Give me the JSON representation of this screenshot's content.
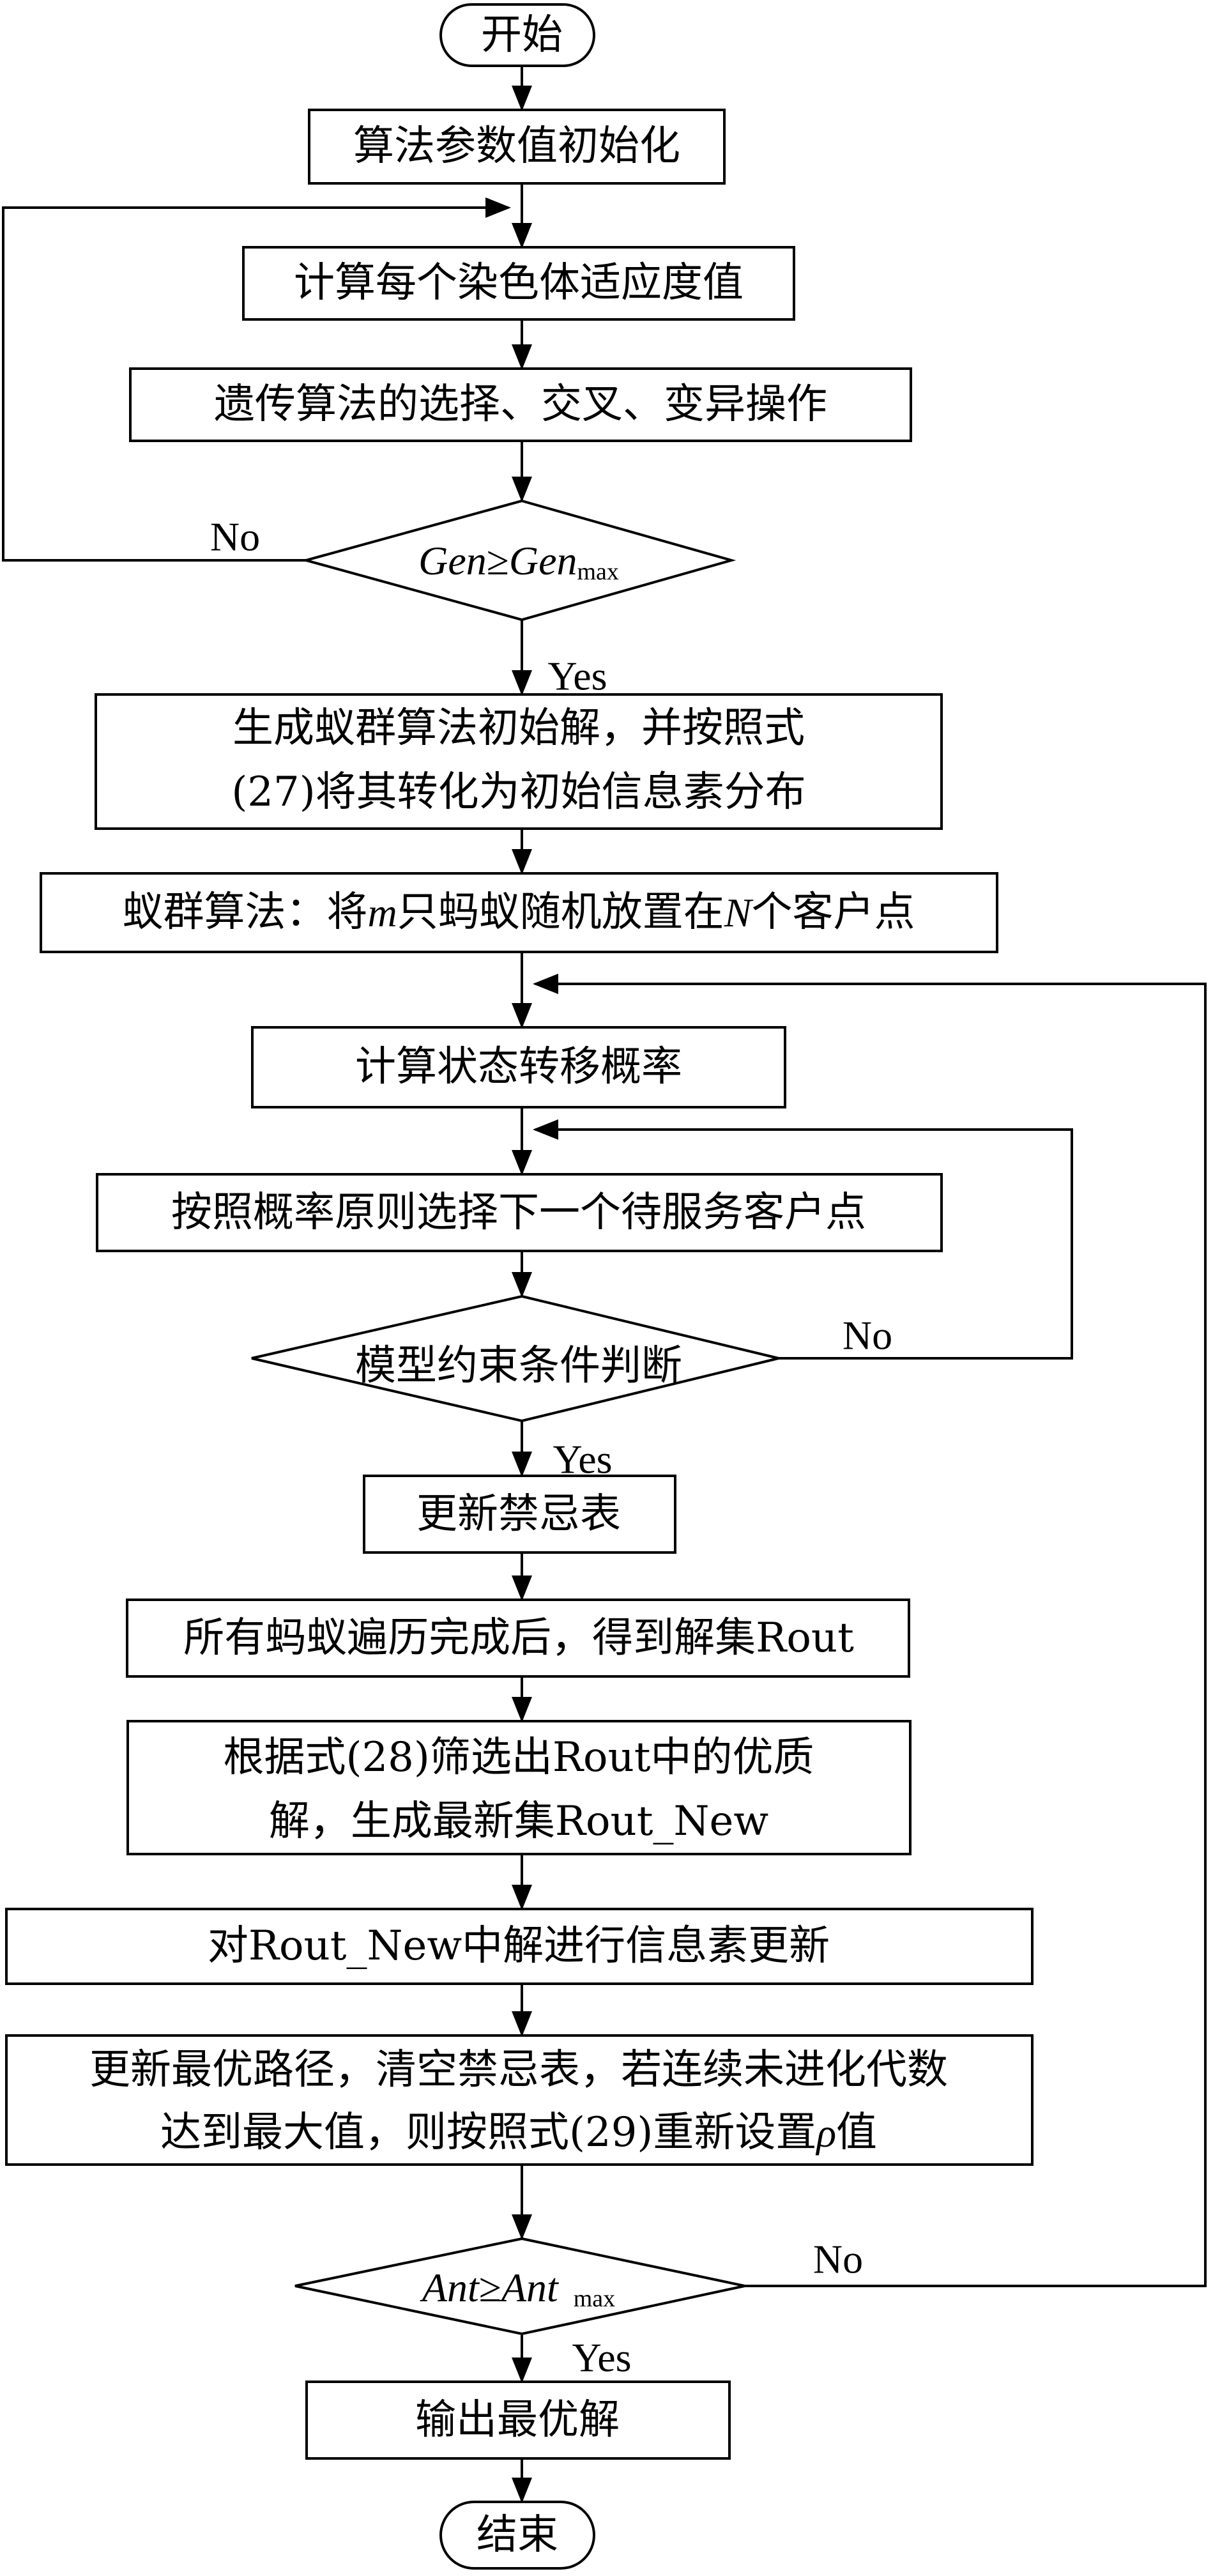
{
  "flowchart": {
    "start_label": "开始",
    "end_label": "结束",
    "steps": {
      "init_params": "算法参数值初始化",
      "fitness": "计算每个染色体适应度值",
      "ga_ops": "遗传算法的选择、交叉、变异操作",
      "aco_init_line1": "生成蚁群算法初始解，并按照式",
      "aco_init_line2": "(27)将其转化为初始信息素分布",
      "place_ants_prefix": "蚁群算法：将",
      "place_ants_m": "m",
      "place_ants_mid": "只蚂蚁随机放置在",
      "place_ants_n": "N",
      "place_ants_suffix": "个客户点",
      "transition_prob": "计算状态转移概率",
      "select_next": "按照概率原则选择下一个待服务客户点",
      "update_tabu": "更新禁忌表",
      "solution_set": "所有蚂蚁遍历完成后，得到解集Rout",
      "filter_line1": "根据式(28)筛选出Rout中的优质",
      "filter_line2": "解，生成最新集Rout_New",
      "pheromone_update": "对Rout_New中解进行信息素更新",
      "update_best_line1": "更新最优路径，清空禁忌表，若连续未进化代数",
      "update_best_line2_prefix": "达到最大值，则按照式(29)重新设置",
      "update_best_line2_rho": "ρ",
      "update_best_line2_suffix": "值",
      "output_best": "输出最优解"
    },
    "decisions": {
      "gen_check": {
        "left": "Gen",
        "op": "≥",
        "right": "Gen",
        "sub": "max"
      },
      "constraint_check": "模型约束条件判断",
      "ant_check": {
        "left": "Ant",
        "op": "≥",
        "right": "Ant",
        "sub": "max"
      }
    },
    "edge_labels": {
      "gen_no": "No",
      "gen_yes": "Yes",
      "constraint_no": "No",
      "constraint_yes": "Yes",
      "ant_no": "No",
      "ant_yes": "Yes"
    }
  }
}
